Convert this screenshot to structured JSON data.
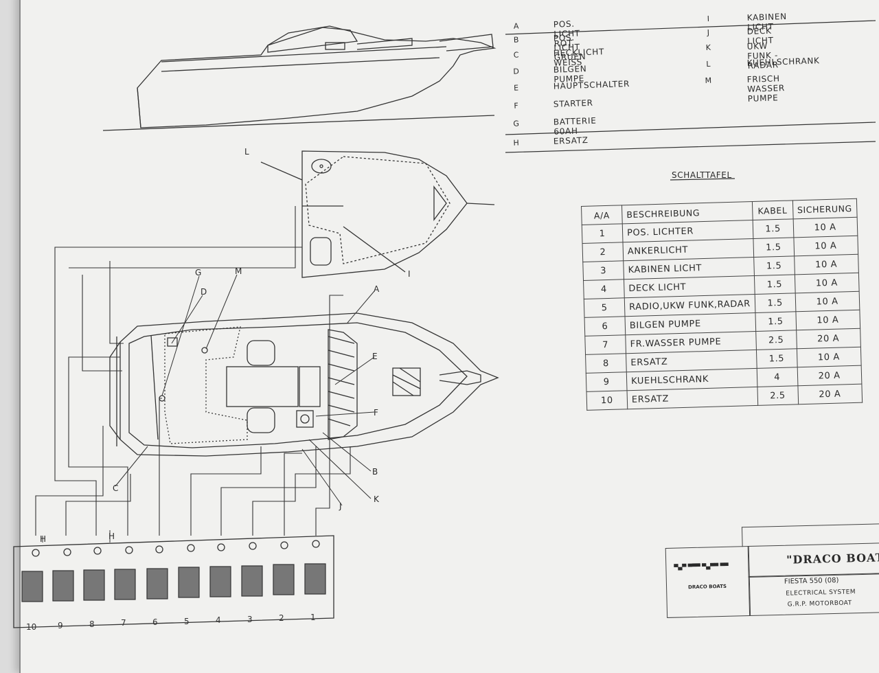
{
  "legend": {
    "left": [
      {
        "key": "A",
        "label": "POS. LICHT ROT"
      },
      {
        "key": "B",
        "label": "POS. LICHT GRUEN"
      },
      {
        "key": "C",
        "label": "HECKLICHT WEISS"
      },
      {
        "key": "D",
        "label": "BILGEN PUMPE"
      },
      {
        "key": "E",
        "label": "HAUPTSCHALTER"
      },
      {
        "key": "F",
        "label": "STARTER"
      },
      {
        "key": "G",
        "label": "BATTERIE 60AH"
      },
      {
        "key": "H",
        "label": "ERSATZ"
      }
    ],
    "right": [
      {
        "key": "I",
        "label": "KABINEN LICHT"
      },
      {
        "key": "J",
        "label": "DECK LICHT"
      },
      {
        "key": "K",
        "label": "UKW FUNK - RADAR"
      },
      {
        "key": "L",
        "label": "KUEHLSCHRANK"
      },
      {
        "key": "M",
        "label": "FRISCH WASSER PUMPE"
      }
    ]
  },
  "panel_title": "SCHALTTAFEL",
  "fuse_table": {
    "headers": [
      "A/A",
      "BESCHREIBUNG",
      "KABEL",
      "SICHERUNG"
    ],
    "rows": [
      [
        "1",
        "POS. LICHTER",
        "1.5",
        "10 A"
      ],
      [
        "2",
        "ANKERLICHT",
        "1.5",
        "10 A"
      ],
      [
        "3",
        "KABINEN LICHT",
        "1.5",
        "10 A"
      ],
      [
        "4",
        "DECK LICHT",
        "1.5",
        "10 A"
      ],
      [
        "5",
        "RADIO,UKW FUNK,RADAR",
        "1.5",
        "10 A"
      ],
      [
        "6",
        "BILGEN PUMPE",
        "1.5",
        "10 A"
      ],
      [
        "7",
        "FR.WASSER PUMPE",
        "2.5",
        "20 A"
      ],
      [
        "8",
        "ERSATZ",
        "1.5",
        "10 A"
      ],
      [
        "9",
        "KUEHLSCHRANK",
        "4",
        "20 A"
      ],
      [
        "10",
        "ERSATZ",
        "2.5",
        "20 A"
      ]
    ]
  },
  "callouts": {
    "L": "L",
    "I": "I",
    "G": "G",
    "M": "M",
    "D": "D",
    "A": "A",
    "E": "E",
    "F": "F",
    "B": "B",
    "K": "K",
    "J": "J",
    "C": "C",
    "H1": "H",
    "H2": "H"
  },
  "switch_panel": {
    "numbers": [
      "10",
      "9",
      "8",
      "7",
      "6",
      "5",
      "4",
      "3",
      "2",
      "1"
    ]
  },
  "title_block": {
    "company": "\"DRACO BOAT",
    "model": "FIESTA 550 (08)",
    "system": "ELECTRICAL SYSTEM",
    "type": "G.R.P. MOTORBOAT",
    "logo_text": "DRACO BOATS"
  }
}
